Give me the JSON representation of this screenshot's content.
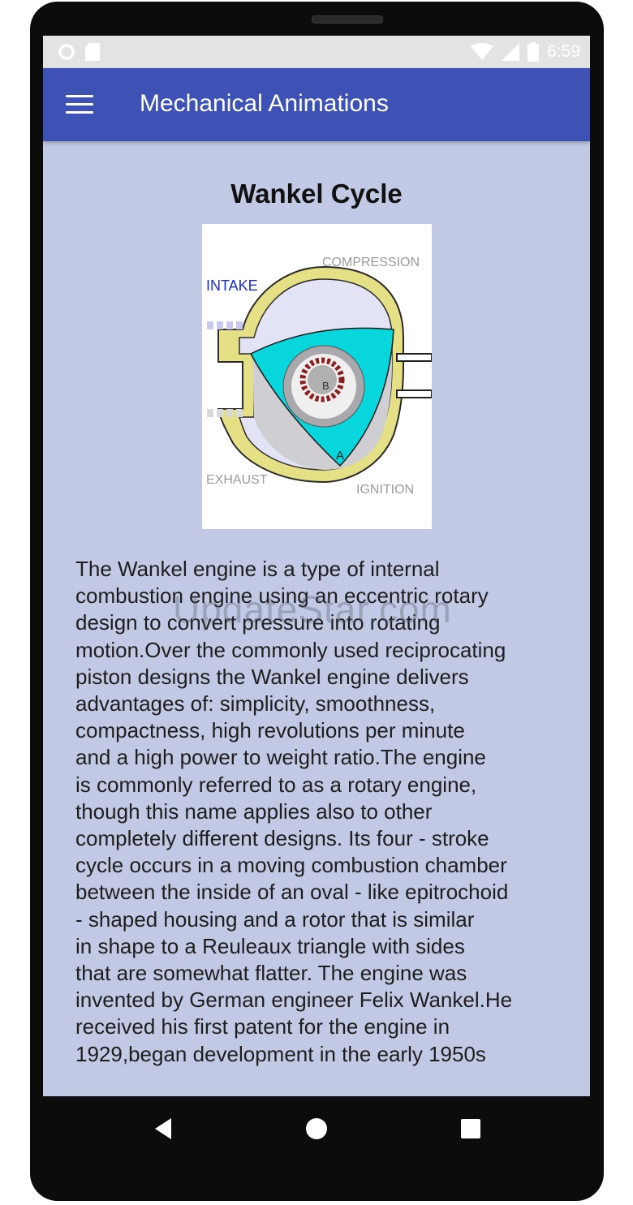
{
  "status_bar": {
    "time": "6:59"
  },
  "app_bar": {
    "title": "Mechanical Animations"
  },
  "content": {
    "heading": "Wankel Cycle",
    "diagram_labels": {
      "intake": "INTAKE",
      "compression": "COMPRESSION",
      "exhaust": "EXHAUST",
      "ignition": "IGNITION",
      "point_a": "A",
      "point_b": "B"
    },
    "description": "The Wankel engine is a type of internal\ncombustion engine using an eccentric rotary\ndesign to convert pressure into rotating\nmotion.Over the commonly used reciprocating\npiston designs the Wankel engine delivers\nadvantages of: simplicity, smoothness,\ncompactness, high revolutions per minute\nand a high power to weight ratio.The engine\nis commonly referred to as a rotary engine,\nthough this name applies also to other\ncompletely different designs. Its four - stroke\ncycle occurs in a moving combustion chamber\nbetween the inside of an oval - like epitrochoid\n- shaped housing and a rotor that is similar\nin shape to a Reuleaux triangle with sides\nthat are somewhat flatter. The engine was\ninvented by German engineer Felix Wankel.He\nreceived his first patent for the engine in\n1929,began development in the early 1950s",
    "watermark": "UpdateStar.com"
  },
  "icons": {
    "status_left": [
      "circle-icon",
      "sd-card-icon"
    ],
    "status_right": [
      "wifi-icon",
      "signal-icon",
      "battery-icon"
    ],
    "nav": [
      "back-icon",
      "home-icon",
      "recents-icon"
    ]
  },
  "colors": {
    "app_bar": "#3e51b5",
    "background": "#c2c9e4",
    "status_bar": "#e3e3e3"
  }
}
